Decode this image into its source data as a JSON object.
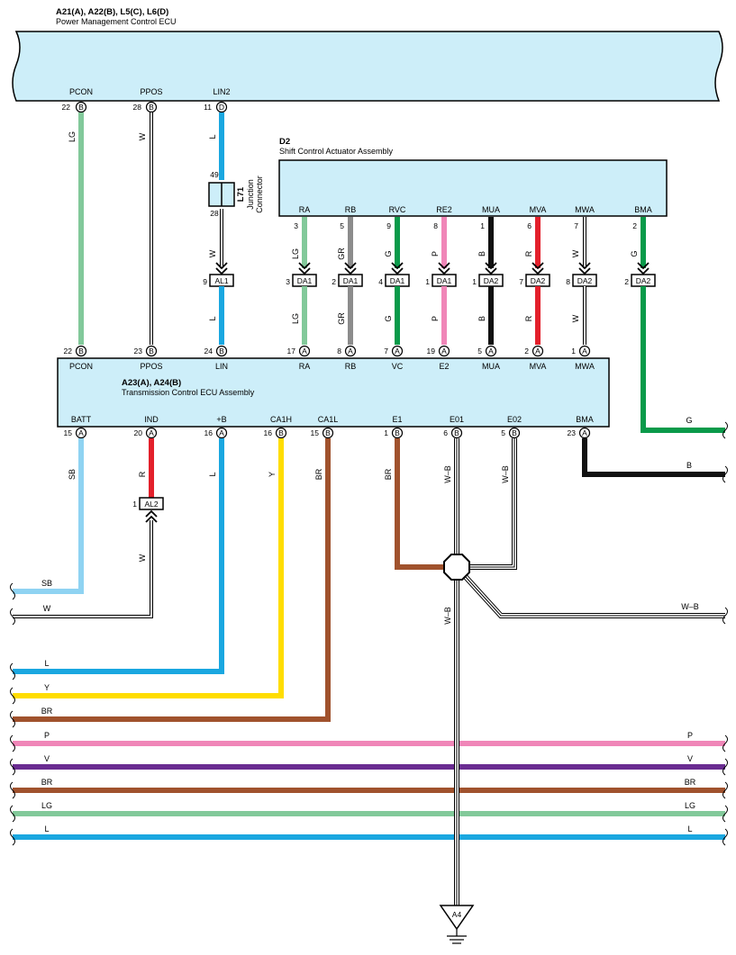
{
  "ecu_pm": {
    "title": "A21(A), A22(B), L5(C), L6(D)",
    "subtitle": "Power Management Control ECU",
    "terminals": [
      {
        "name": "PCON",
        "pin": "22",
        "conn": "B"
      },
      {
        "name": "PPOS",
        "pin": "28",
        "conn": "B"
      },
      {
        "name": "LIN2",
        "pin": "11",
        "conn": "D"
      }
    ]
  },
  "actuator": {
    "title": "D2",
    "subtitle": "Shift Control Actuator Assembly",
    "terminals": [
      {
        "name": "RA",
        "pin": "3"
      },
      {
        "name": "RB",
        "pin": "5"
      },
      {
        "name": "RVC",
        "pin": "9"
      },
      {
        "name": "RE2",
        "pin": "8"
      },
      {
        "name": "MUA",
        "pin": "1"
      },
      {
        "name": "MVA",
        "pin": "6"
      },
      {
        "name": "MWA",
        "pin": "7"
      },
      {
        "name": "BMA",
        "pin": "2"
      }
    ]
  },
  "junction": {
    "name": "L71",
    "desc1": "Junction",
    "desc2": "Connector",
    "pin_top": "49",
    "pin_bottom": "28"
  },
  "connectors_mid": [
    {
      "pin": "9",
      "name": "AL1"
    },
    {
      "pin": "3",
      "name": "DA1"
    },
    {
      "pin": "2",
      "name": "DA1"
    },
    {
      "pin": "4",
      "name": "DA1"
    },
    {
      "pin": "1",
      "name": "DA1"
    },
    {
      "pin": "1",
      "name": "DA2"
    },
    {
      "pin": "7",
      "name": "DA2"
    },
    {
      "pin": "8",
      "name": "DA2"
    },
    {
      "pin": "2",
      "name": "DA2"
    }
  ],
  "ecu_tc": {
    "title": "A23(A), A24(B)",
    "subtitle": "Transmission Control ECU Assembly",
    "top_terminals": [
      {
        "name": "PCON",
        "pin": "22",
        "conn": "B"
      },
      {
        "name": "PPOS",
        "pin": "23",
        "conn": "B"
      },
      {
        "name": "LIN",
        "pin": "24",
        "conn": "B"
      },
      {
        "name": "RA",
        "pin": "17",
        "conn": "A"
      },
      {
        "name": "RB",
        "pin": "8",
        "conn": "A"
      },
      {
        "name": "VC",
        "pin": "7",
        "conn": "A"
      },
      {
        "name": "E2",
        "pin": "19",
        "conn": "A"
      },
      {
        "name": "MUA",
        "pin": "5",
        "conn": "A"
      },
      {
        "name": "MVA",
        "pin": "2",
        "conn": "A"
      },
      {
        "name": "MWA",
        "pin": "1",
        "conn": "A"
      }
    ],
    "bottom_terminals": [
      {
        "name": "BATT",
        "pin": "15",
        "conn": "A"
      },
      {
        "name": "IND",
        "pin": "20",
        "conn": "A"
      },
      {
        "name": "+B",
        "pin": "16",
        "conn": "A"
      },
      {
        "name": "CA1H",
        "pin": "16",
        "conn": "B"
      },
      {
        "name": "CA1L",
        "pin": "15",
        "conn": "B"
      },
      {
        "name": "E1",
        "pin": "1",
        "conn": "B"
      },
      {
        "name": "E01",
        "pin": "6",
        "conn": "B"
      },
      {
        "name": "E02",
        "pin": "5",
        "conn": "B"
      },
      {
        "name": "BMA",
        "pin": "23",
        "conn": "A"
      }
    ]
  },
  "al2": {
    "pin": "1",
    "name": "AL2"
  },
  "ground": {
    "name": "A4"
  },
  "wire_labels": {
    "pcon": "LG",
    "ppos": "W",
    "lin_top": "L",
    "lin_mid": "W",
    "lin_bot": "L",
    "ra": "LG",
    "rb": "GR",
    "rvc": "G",
    "re2": "P",
    "mua": "B",
    "mva": "R",
    "mwa": "W",
    "bma": "G",
    "batt": "SB",
    "ind_top": "R",
    "ind_bot": "W",
    "plus_b": "L",
    "ca1h": "Y",
    "ca1l": "BR",
    "e1": "BR",
    "e01": "W–B",
    "e02": "W–B",
    "bma_out": "B",
    "g_out": "G",
    "ground_wire": "W–B",
    "wb_right": "W–B",
    "left_sb": "SB",
    "left_w": "W",
    "left_l": "L",
    "left_y": "Y",
    "left_br": "BR",
    "bus_p": "P",
    "bus_v": "V",
    "bus_br": "BR",
    "bus_lg": "LG",
    "bus_l": "L"
  },
  "colors": {
    "ecu_fill": "#cdeef9",
    "LG": "#82c99a",
    "L": "#1aa7e0",
    "GR": "#8c8c8c",
    "G": "#0a9a4a",
    "P": "#f086b8",
    "B": "#111111",
    "R": "#e3202b",
    "SB": "#8fd3f2",
    "Y": "#ffdd00",
    "BR": "#a0522d",
    "V": "#6a2c91"
  }
}
